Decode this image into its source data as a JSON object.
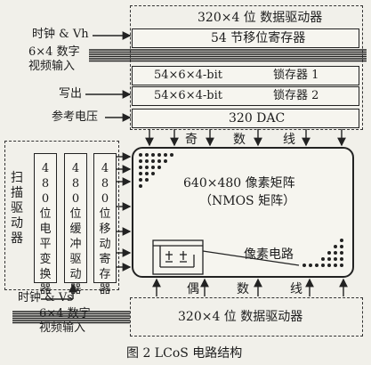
{
  "top_group": {
    "data_driver": "320×4 位  数据驱动器",
    "shift_register": "54 节移位寄存器",
    "latch1_size": "54×6×4-bit",
    "latch1_name": "锁存器 1",
    "latch2_size": "54×6×4-bit",
    "latch2_name": "锁存器 2",
    "dac": "320  DAC"
  },
  "left_inputs": {
    "clock_vh": "时钟 & Vh",
    "digital_input_line1": "6×4 数字",
    "digital_input_line2": "视频输入",
    "write_out": "写出",
    "ref_voltage": "参考电压"
  },
  "odd_line": [
    "奇",
    "数",
    "线"
  ],
  "even_line": [
    "偶",
    "数",
    "线"
  ],
  "scan_group": {
    "scan_driver": "扫描驱动器",
    "level_shifter": "480位电平变换器",
    "buffer_driver": "480位缓冲驱动器",
    "shift_register": "480位移动寄存器"
  },
  "matrix": {
    "line1": "640×480 像素矩阵",
    "line2": "（NMOS 矩阵）",
    "pixel_circuit": "像素电路"
  },
  "bottom_group": {
    "clock_vs": "时钟 & Vs",
    "digital_input_line1": "6×4 数字",
    "digital_input_line2": "视频输入",
    "data_driver": "320×4 位  数据驱动器"
  },
  "caption": "图 2  LCoS 电路结构"
}
